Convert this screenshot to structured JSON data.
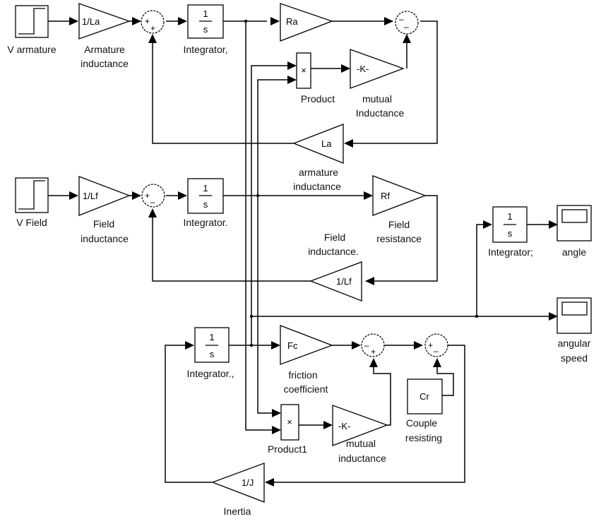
{
  "diagram": {
    "type": "simulink-block-diagram",
    "blocks": {
      "v_armature": {
        "kind": "step",
        "label": [
          "V armature"
        ]
      },
      "gain_1_la": {
        "kind": "gain",
        "text": "1/La",
        "label": [
          "Armature",
          "inductance"
        ]
      },
      "sum_a1": {
        "kind": "sum",
        "signs": "++"
      },
      "int_a": {
        "kind": "integrator",
        "num": "1",
        "den": "s",
        "label": [
          "Integrator,"
        ]
      },
      "gain_ra": {
        "kind": "gain",
        "text": "Ra"
      },
      "sum_a2": {
        "kind": "sum",
        "signs": "--"
      },
      "product": {
        "kind": "product",
        "text": "×",
        "label": [
          "Product"
        ]
      },
      "gain_k1": {
        "kind": "gain",
        "text": "-K-",
        "label": [
          "mutual",
          "Inductance"
        ]
      },
      "gain_la_fb": {
        "kind": "gain",
        "text": "La",
        "label": [
          "armature",
          "inductance"
        ]
      },
      "v_field": {
        "kind": "step",
        "label": [
          "V Field"
        ]
      },
      "gain_1_lf": {
        "kind": "gain",
        "text": "1/Lf",
        "label": [
          "Field",
          "inductance"
        ]
      },
      "sum_f": {
        "kind": "sum",
        "signs": "+-"
      },
      "int_f": {
        "kind": "integrator",
        "num": "1",
        "den": "s",
        "label": [
          "Integrator."
        ]
      },
      "gain_rf": {
        "kind": "gain",
        "text": "Rf",
        "label": [
          "Field",
          "resistance"
        ]
      },
      "gain_1_lf_fb": {
        "kind": "gain",
        "text": "1/Lf",
        "label": [
          "Field",
          "inductance."
        ]
      },
      "int_angle": {
        "kind": "integrator",
        "num": "1",
        "den": "s",
        "label": [
          "Integrator;"
        ]
      },
      "scope_angle": {
        "kind": "scope",
        "label": [
          "angle"
        ]
      },
      "scope_speed": {
        "kind": "scope",
        "label": [
          "angular",
          "speed"
        ]
      },
      "int_w": {
        "kind": "integrator",
        "num": "1",
        "den": "s",
        "label": [
          "Integrator.,"
        ]
      },
      "gain_fc": {
        "kind": "gain",
        "text": "Fc",
        "label": [
          "friction",
          "coefficient"
        ]
      },
      "sum_m1": {
        "kind": "sum",
        "signs": "-+"
      },
      "sum_m2": {
        "kind": "sum",
        "signs": "+-"
      },
      "const_cr": {
        "kind": "constant",
        "text": "Cr",
        "label": [
          "Couple",
          "resisting"
        ]
      },
      "product1": {
        "kind": "product",
        "text": "×",
        "label": [
          "Product1"
        ]
      },
      "gain_k2": {
        "kind": "gain",
        "text": "-K-",
        "label": [
          "mutual",
          "inductance"
        ]
      },
      "gain_1_j": {
        "kind": "gain",
        "text": "1/J",
        "label": [
          "Inertia"
        ]
      }
    }
  }
}
